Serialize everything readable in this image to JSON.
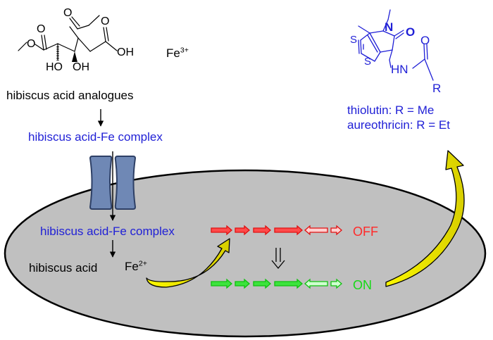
{
  "molecule_left": {
    "atom_O_labels": [
      "O",
      "O",
      "O",
      "O"
    ],
    "label_OH_right": "OH",
    "label_HO": "HO",
    "label_OH_center": "OH",
    "caption": "hibiscus acid analogues"
  },
  "fe3": {
    "base": "Fe",
    "charge": "3+"
  },
  "complex_outside": "hibiscus acid-Fe complex",
  "complex_inside": "hibiscus acid-Fe complex",
  "hibiscus_acid": "hibiscus acid",
  "fe2": {
    "base": "Fe",
    "charge": "2+"
  },
  "states": {
    "off": "OFF",
    "on": "ON"
  },
  "molecule_right": {
    "atom_N_ring": "N",
    "atom_O_carbonyl": "O",
    "atom_S_top": "S",
    "atom_S_bottom": "S",
    "label_HN": "HN",
    "atom_O_amide": "O",
    "atom_R": "R",
    "caption_line1": "thiolutin: R = Me",
    "caption_line2": "aureothricin: R = Et"
  },
  "colors": {
    "blue_text": "#1f1fd6",
    "red_gene": "#ff2a2a",
    "green_gene": "#16d916",
    "cell_fill": "#c0c0c0",
    "transporter": "#6f88b5",
    "curved_arrow": "#e8e100"
  }
}
